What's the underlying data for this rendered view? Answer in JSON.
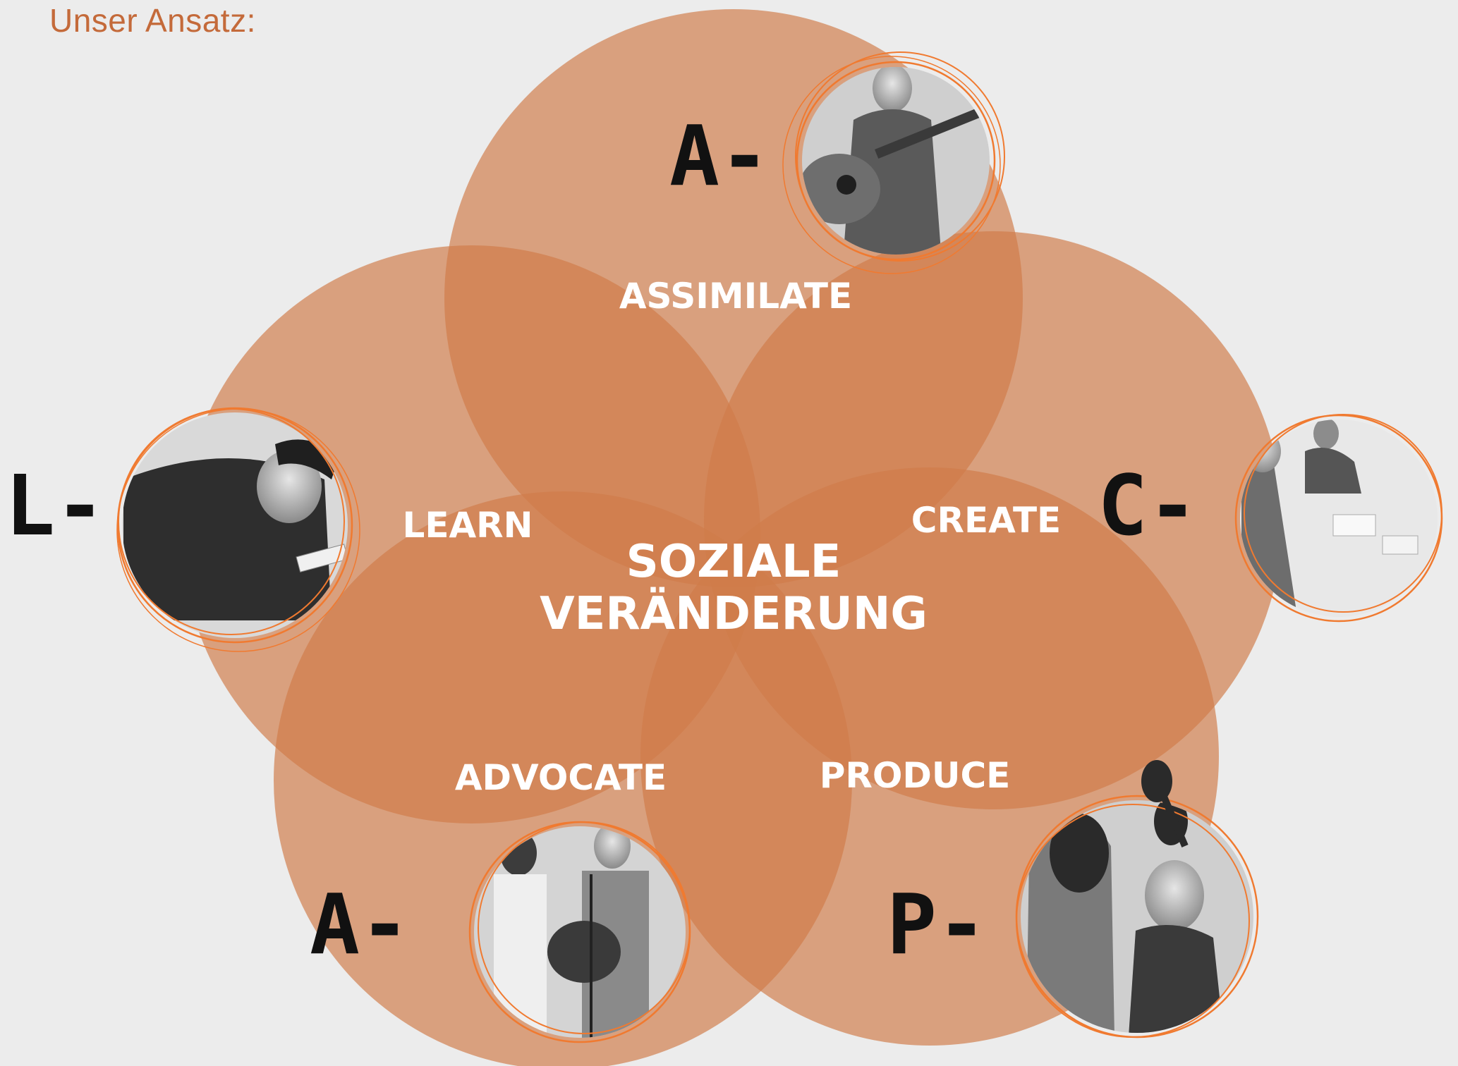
{
  "title": "Unser Ansatz:",
  "center_label": {
    "line1": "SOZIALE",
    "line2": "VERÄNDERUNG"
  },
  "petals": [
    {
      "label": "ASSIMILATE",
      "letter": "A-",
      "photo": "woman-guitar-singing-photo"
    },
    {
      "label": "CREATE",
      "letter": "C-",
      "photo": "group-workshop-photo"
    },
    {
      "label": "PRODUCE",
      "letter": "P-",
      "photo": "studio-recording-photo"
    },
    {
      "label": "ADVOCATE",
      "letter": "A-",
      "photo": "duo-performing-photo"
    },
    {
      "label": "LEARN",
      "letter": "L-",
      "photo": "man-writing-photo"
    }
  ],
  "colors": {
    "circle_fill": "#d07c49",
    "photo_ring": "#f07a30",
    "title": "#c46a3a",
    "label": "#ffffff",
    "letter": "#111111",
    "background": "#ececec"
  }
}
